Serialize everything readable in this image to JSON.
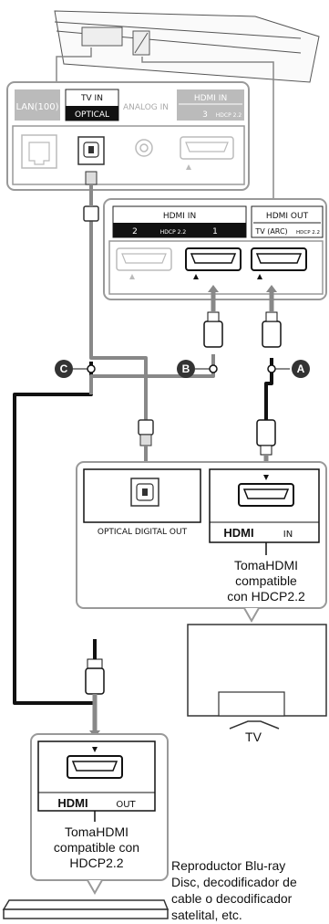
{
  "soundbar_panel": {
    "lan": "LAN(100)",
    "tv_in": "TV IN",
    "optical": "OPTICAL",
    "analog_in": "ANALOG IN",
    "hdmi_in": "HDMI IN",
    "hdmi_in3_num": "3",
    "hdmi_in3_hdcp": "HDCP 2.2"
  },
  "soundbar_hdmi": {
    "hdmi_in": "HDMI IN",
    "in2_num": "2",
    "in2_hdcp": "HDCP 2.2",
    "in1_num": "1",
    "hdmi_out": "HDMI OUT",
    "tv_arc": "TV (ARC)",
    "out_hdcp": "HDCP 2.2"
  },
  "cable_labels": {
    "a": "A",
    "b": "B",
    "c": "C"
  },
  "tv_panel": {
    "optical_digital_out": "OPTICAL DIGITAL OUT",
    "hdmi_logo": "HDMI",
    "hdmi_port": "IN",
    "caption_line1": "TomaHDMI",
    "caption_line2": "compatible",
    "caption_line3": "con HDCP2.2"
  },
  "tv": {
    "label": "TV"
  },
  "player_panel": {
    "hdmi_logo": "HDMI",
    "hdmi_port": "OUT",
    "caption_line1": "TomaHDMI",
    "caption_line2": "compatible con",
    "caption_line3": "HDCP2.2"
  },
  "player_caption": {
    "line1": "Reproductor Blu-ray",
    "line2": "Disc, decodificador de",
    "line3": "cable o decodificador",
    "line4": "satelital, etc."
  }
}
